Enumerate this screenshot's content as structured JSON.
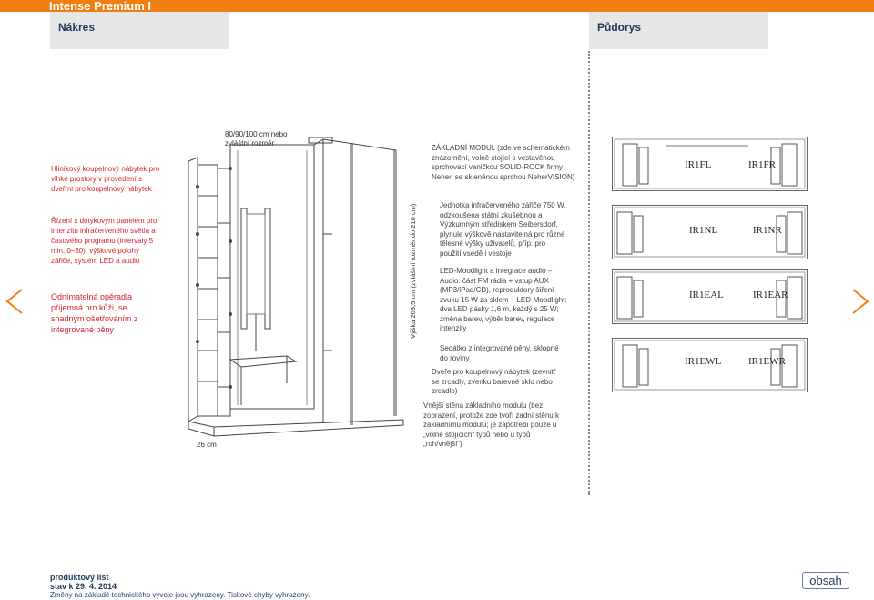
{
  "header": {
    "title": "Intense Premium I",
    "tab_left": "Nákres",
    "tab_right": "Půdorys"
  },
  "descriptions": [
    "Hliníkový koupelnový nábytek pro vlhké prostory v provedení s dveřmi pro koupelnový nábytek",
    "Řízení s dotykovým panelem pro intenzitu infračerveného světla a časového programu (intervaly 5 min, 0–30), výškové polohy zářiče, systém LED a audio",
    "Odnímatelná opěradla příjemná pro kůži, se snadným ošetřováním z integrované pěny"
  ],
  "dimensions": {
    "top": "80/90/100 cm nebo zvláštní rozměr",
    "bottom": "26 cm",
    "height": "Výška 203,5 cm (zvláštní rozměr do 210 cm)"
  },
  "annotations": [
    "ZÁKLADNÍ MODUL (zde ve schematickém znázornění, volně stojící s vestavěnou sprchovací vaničkou SOLID-ROCK firmy Neher, se skleněnou sprchou NeherVISION)",
    "Jednotka infračerveného zářiče 750 W, odzkoušena státní zkušebnou a Výzkumným střediskem Seibersdorf, plynule výškově nastavitelná pro různé tělesné výšky uživatelů, příp. pro použití vsedě i vestoje",
    "LED-Moodlight a integrace audio – Audio: část FM rádia + vstup AUX (MP3/iPad/CD), reproduktory šíření zvuku 15 W za sklem – LED-Moodlight: dva LED pásky 1,6 m, každý s 25 W; změna barev, výběr barev, regulace intenzity",
    "Sedátko z integrované pěny, sklopné do roviny",
    "Dveře pro koupelnový nábytek (zevnitř se zrcadly, zvenku barevné sklo nebo zrcadlo)",
    "Vnější stěna základního modulu (bez zobrazení, protože zde tvoří zadní stěnu k základnímu modulu; je zapotřebí pouze u „volně stojících“ typů nebo u typů „roh/vnější“)"
  ],
  "floor_plans": [
    {
      "left": "IR1FL",
      "right": "IR1FR"
    },
    {
      "left": "IR1NL",
      "right": "IR1NR"
    },
    {
      "left": "IR1EAL",
      "right": "IR1EAR"
    },
    {
      "left": "IR1EWL",
      "right": "IR1EWR"
    }
  ],
  "footer": {
    "line1": "produktový list",
    "line2": "stav k 29. 4. 2014",
    "line3": "Změny na základě technického vývoje jsou vyhrazeny. Tiskové chyby vyhrazeny.",
    "contents_button": "obsah"
  },
  "icons": {
    "prev": "chevron-left-icon",
    "next": "chevron-right-icon"
  },
  "colors": {
    "accent": "#f07f12",
    "red_text": "#d5232a",
    "nav": "#f07f12"
  }
}
